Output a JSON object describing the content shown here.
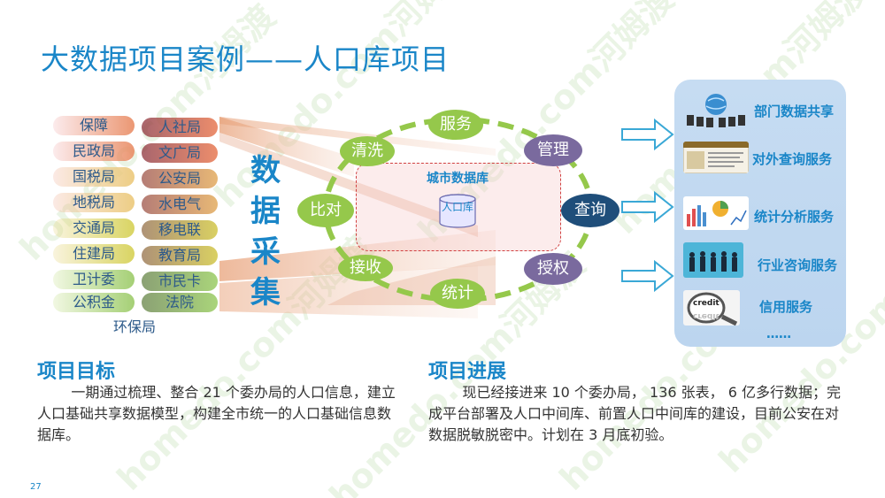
{
  "title": "大数据项目案例——人口库项目",
  "agencies_left": [
    "保障",
    "民政局",
    "国税局",
    "地税局",
    "交通局",
    "住建局",
    "卫计委",
    "公积金"
  ],
  "agencies_right": [
    "人社局",
    "文广局",
    "公安局",
    "水电气",
    "移电联",
    "教育局",
    "市民卡",
    "法院"
  ],
  "agency_extra": "环保局",
  "collect_label": [
    "数",
    "据",
    "采",
    "集"
  ],
  "ring_nodes": {
    "top": "服务",
    "clean": "清洗",
    "manage": "管理",
    "compare": "比对",
    "query": "查询",
    "receive": "接收",
    "authorize": "授权",
    "stats": "统计"
  },
  "database": {
    "title": "城市数据库",
    "core": "人口库"
  },
  "services": [
    {
      "label": "部门数据共享",
      "icon": "globe-servers-icon"
    },
    {
      "label": "对外查询服务",
      "icon": "web-page-icon"
    },
    {
      "label": "统计分析服务",
      "icon": "charts-icon"
    },
    {
      "label": "行业咨询服务",
      "icon": "business-people-icon"
    },
    {
      "label": "信用服务",
      "icon": "credit-magnifier-icon"
    }
  ],
  "services_more": "……",
  "goal": {
    "heading": "项目目标",
    "text": "一期通过梳理、整合 21 个委办局的人口信息，建立人口基础共享数据模型，构建全市统一的人口基础信息数据库。"
  },
  "progress": {
    "heading": "项目进展",
    "text": "现已经接进来 10 个委办局， 136 张表， 6 亿多行数据；完成平台部署及人口中间库、前置人口中间库的建设，目前公安在对数据脱敏脱密中。计划在 3 月底初验。"
  },
  "page_number": "27",
  "watermark": "homedo.com河姆渡",
  "colors": {
    "accent": "#1a86c8",
    "green": "#95c84b",
    "purple": "#7a6a9e",
    "navy": "#1f4e7a"
  }
}
